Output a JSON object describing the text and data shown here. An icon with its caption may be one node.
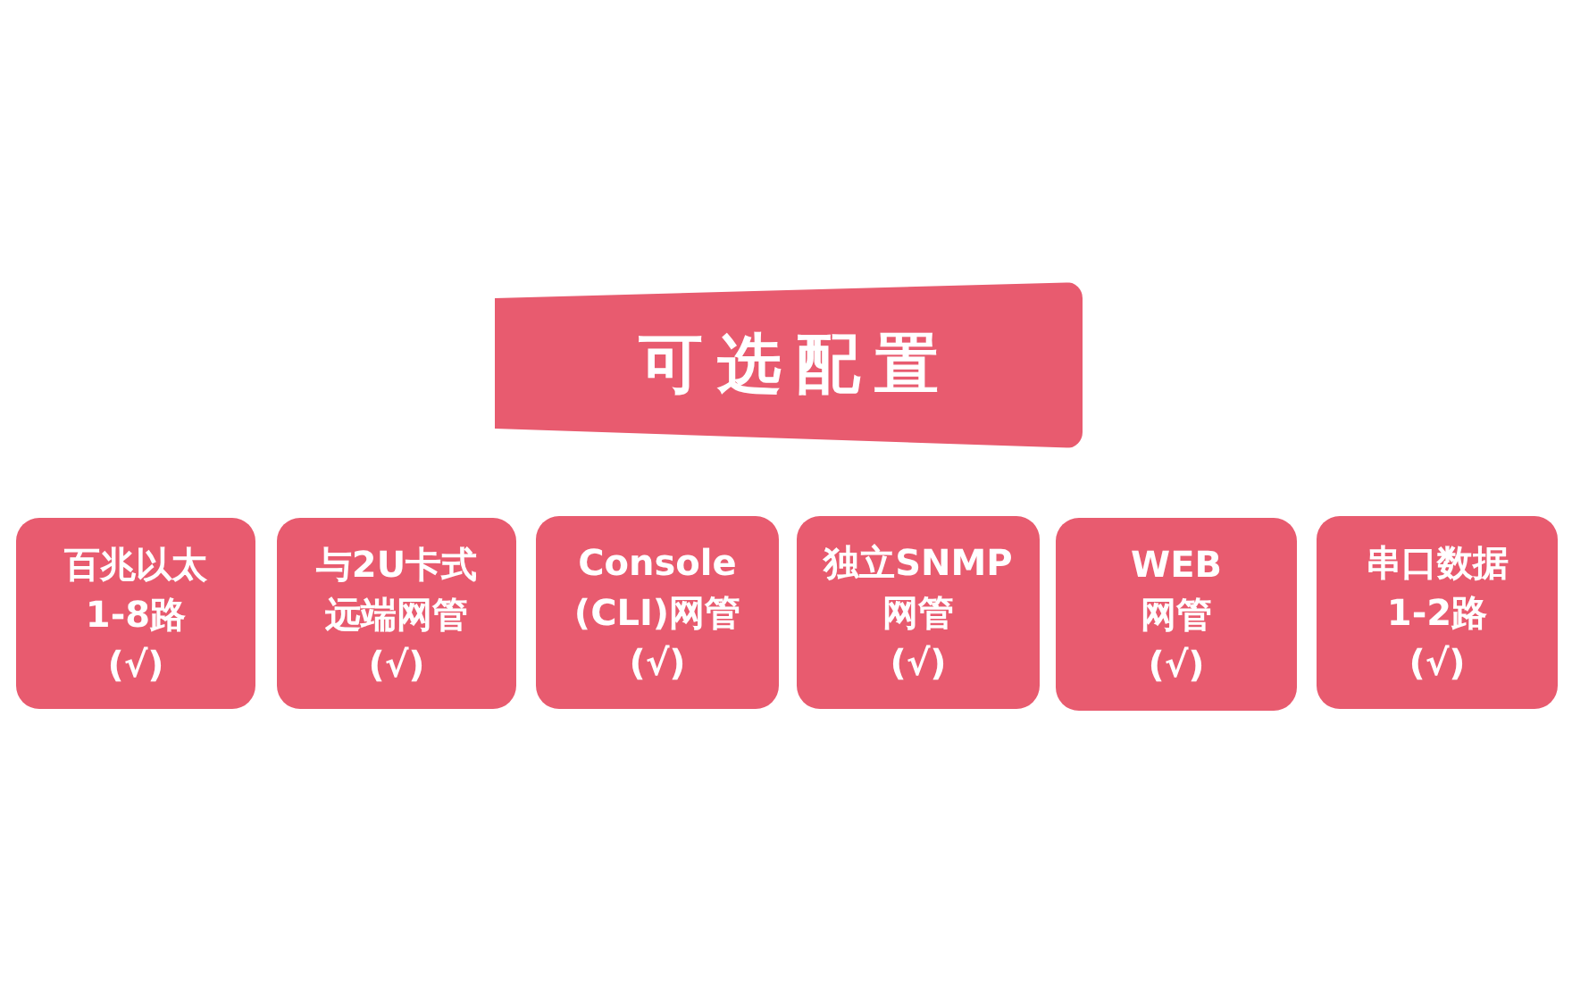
{
  "diagram": {
    "nodes": [
      {
        "text": [
          "可选配置"
        ]
      },
      {
        "text": [
          "百兆以太1-8路",
          "(√)"
        ]
      },
      {
        "text": [
          "与2U卡式远端网管",
          "(√)"
        ]
      },
      {
        "text": [
          "Console (CLI)网管",
          "(√)"
        ]
      },
      {
        "text": [
          "独立SNMP网管",
          "(√)"
        ]
      },
      {
        "text": [
          "WEB网管",
          "(√)"
        ]
      },
      {
        "text": [
          "串口数据1-2路",
          "(√)"
        ]
      }
    ]
  }
}
